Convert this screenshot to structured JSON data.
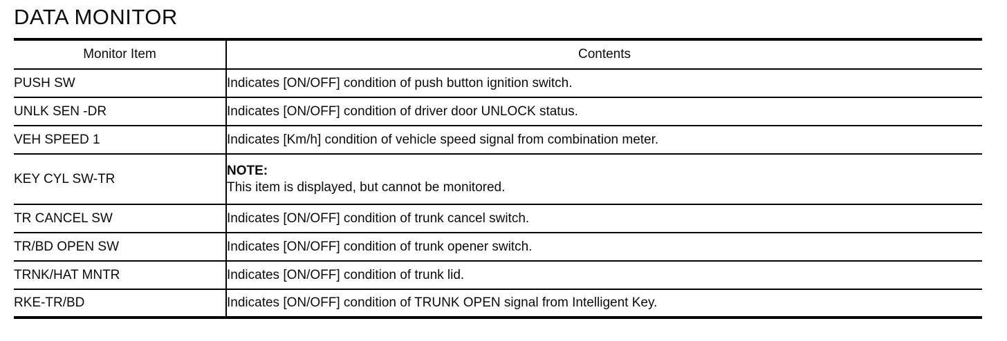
{
  "page": {
    "title": "DATA MONITOR"
  },
  "table": {
    "columns": [
      "Monitor Item",
      "Contents"
    ],
    "rows": [
      {
        "item": "PUSH SW",
        "contents": "Indicates [ON/OFF] condition of push button ignition switch."
      },
      {
        "item": "UNLK SEN -DR",
        "contents": "Indicates [ON/OFF] condition of driver door UNLOCK status."
      },
      {
        "item": "VEH SPEED 1",
        "contents": "Indicates [Km/h] condition of vehicle speed signal from combination meter."
      },
      {
        "item": "KEY CYL SW-TR",
        "note_label": "NOTE:",
        "contents": "This item is displayed, but cannot be monitored."
      },
      {
        "item": "TR CANCEL SW",
        "contents": "Indicates [ON/OFF] condition of trunk cancel switch."
      },
      {
        "item": "TR/BD OPEN SW",
        "contents": "Indicates [ON/OFF] condition of trunk opener switch."
      },
      {
        "item": "TRNK/HAT MNTR",
        "contents": "Indicates [ON/OFF] condition of trunk lid."
      },
      {
        "item": "RKE-TR/BD",
        "contents": "Indicates [ON/OFF] condition of TRUNK OPEN signal from Intelligent Key."
      }
    ],
    "colors": {
      "text": "#0a0a0a",
      "background": "#ffffff",
      "border": "#000000"
    }
  }
}
